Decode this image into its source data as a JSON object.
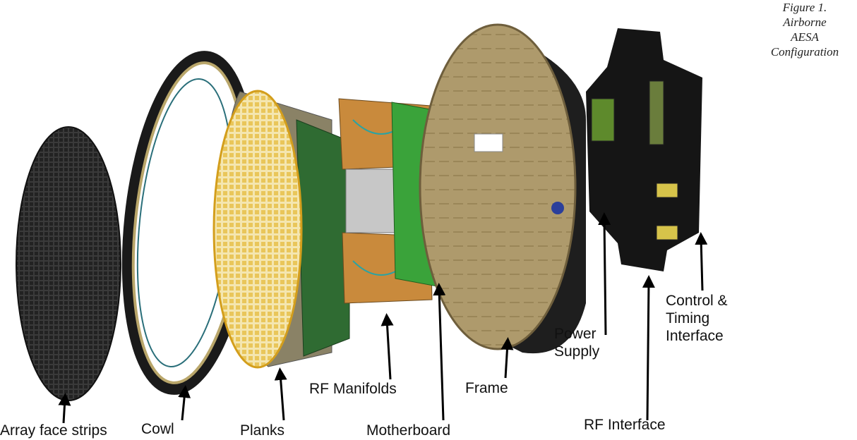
{
  "figure": {
    "caption_line1": "Figure 1.",
    "caption_line2": "Airborne",
    "caption_line3": "AESA",
    "caption_line4": "Configuration"
  },
  "labels": {
    "array_face_strips": "Array face strips",
    "cowl": "Cowl",
    "planks": "Planks",
    "rf_manifolds": "RF Manifolds",
    "motherboard": "Motherboard",
    "frame": "Frame",
    "power_supply": "Power\nSupply",
    "rf_interface": "RF Interface",
    "control_timing": "Control &\nTiming\nInterface"
  },
  "colors": {
    "strips": "#2a2a2a",
    "cowl": "#1c1c1c",
    "cowl_gold": "#b9a66a",
    "planks_yellow": "#f2c64a",
    "planks_green": "#2f6b32",
    "manifold_orange": "#c98a3c",
    "motherboard_green": "#3aa33a",
    "frame_tan": "#a99466",
    "frame_dark": "#1e1e1e",
    "rf_interface": "#151515",
    "arrow": "#000000"
  },
  "icons": [
    "arrow-icon"
  ]
}
